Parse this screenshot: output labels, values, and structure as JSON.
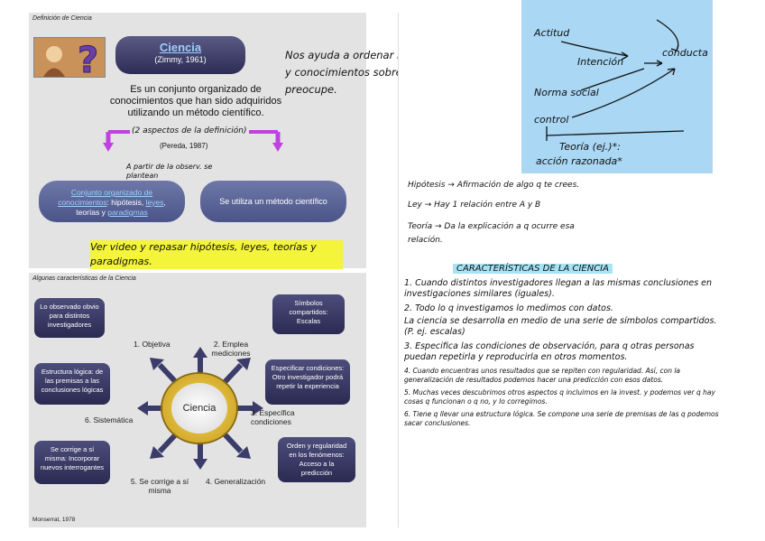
{
  "slide1": {
    "caption": "Definición de Ciencia",
    "title": "Ciencia",
    "subtitle": "(Zimmy, 1961)",
    "definition": "Es un conjunto organizado de conocimientos que han sido adquiridos utilizando un método científico.",
    "citation": "(Pereda, 1987)",
    "pill_left_link": "Conjunto organizado de conocimientos",
    "pill_left_rest": ": hipótesis,",
    "pill_left_link2": "leyes",
    "pill_left_mid": ", teorías y",
    "pill_left_link3": "paradigmas",
    "pill_right": "Se utiliza un método científico",
    "note_top": "Nos ayuda a ordenar los conceptos y conocimientos sobre lo q nos preocupe.",
    "note_aspects": "(2 aspectos de la definición)",
    "note_partir": "A partir de la observ. se plantean",
    "note_bottom": "Ver video y repasar hipótesis, leyes, teorías y paradigmas."
  },
  "slide2": {
    "caption": "Algunas características de la Ciencia",
    "center": "Ciencia",
    "callout_1": "Lo observado obvio para distintos investigadores",
    "callout_2": "Símbolos compartidos: Escalas",
    "callout_3": "Especificar condiciones: Otro investigador podrá repetir la experiencia",
    "callout_4": "Orden y regularidad en los fenómenos: Acceso a la predicción",
    "callout_5": "Se corrige a sí misma: Incorporar nuevos interrogantes",
    "callout_6": "Estructura lógica: de las premisas a las conclusiones lógicas",
    "label_1": "1. Objetiva",
    "label_2": "2. Emplea mediciones",
    "label_3": "3. Específica condiciones",
    "label_4": "4. Generalización",
    "label_5": "5. Se corrige a sí misma",
    "label_6": "6. Sistemática",
    "source": "Monserrat, 1978"
  },
  "notes_right_top": {
    "diagram": {
      "actitud": "Actitud",
      "intencion": "Intención",
      "conducta": "conducta",
      "norma": "Norma social",
      "control": "control",
      "teoria": "Teoría (ej.)*:",
      "accion": "acción razonada*"
    },
    "hipotesis": "Hipótesis → Afirmación de algo q te crees.",
    "ley": "Ley → Hay 1 relación entre A y B",
    "teoria": "Teoría → Da la explicación a q ocurre esa relación."
  },
  "notes_right_bottom": {
    "heading": "CARACTERÍSTICAS DE LA CIENCIA",
    "items": [
      "1. Cuando distintos investigadores llegan a las mismas conclusiones en investigaciones similares (iguales).",
      "2. Todo lo q investigamos lo medimos con datos.",
      "La ciencia se desarrolla en medio de una serie de símbolos compartidos. (P. ej. escalas)",
      "3. Especifica las condiciones de observación, para q otras personas puedan repetirla y reproducirla en otros momentos.",
      "4. Cuando encuentras unos resultados que se repiten con regularidad. Así, con la generalización de resultados podemos hacer una predicción con esos datos.",
      "5. Muchas veces descubrimos otros aspectos q incluimos en la invest. y podemos ver q hay cosas q funcionan o q no, y lo corregimos.",
      "6. Tiene q llevar una estructura lógica. Se compone una serie de premisas de las q podemos sacar conclusiones."
    ]
  }
}
